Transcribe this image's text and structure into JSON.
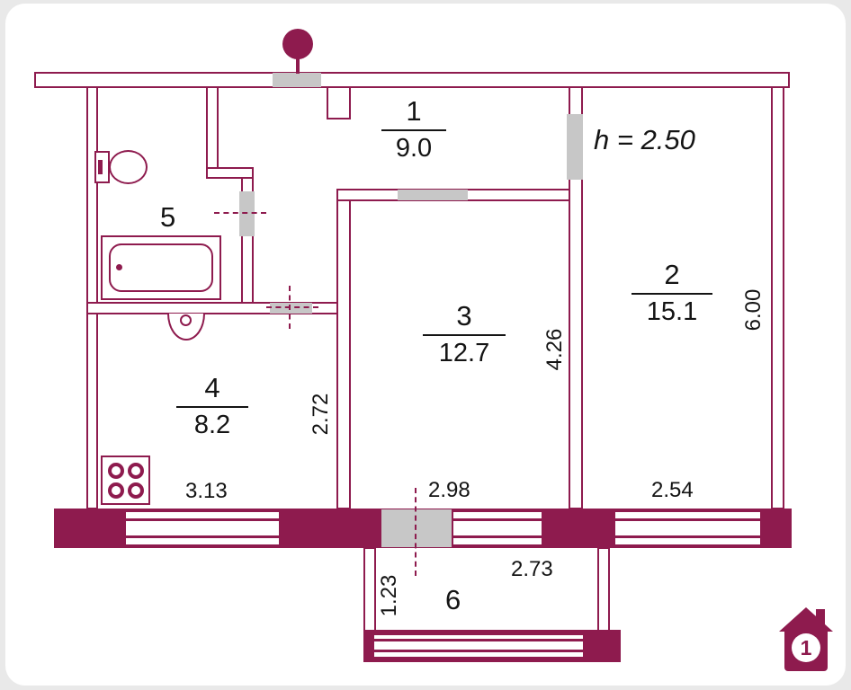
{
  "plan": {
    "height_note": "h = 2.50",
    "rooms": {
      "r1": {
        "number": "1",
        "area": "9.0"
      },
      "r2": {
        "number": "2",
        "area": "15.1"
      },
      "r3": {
        "number": "3",
        "area": "12.7"
      },
      "r4": {
        "number": "4",
        "area": "8.2"
      },
      "r5": {
        "number": "5"
      },
      "r6": {
        "number": "6"
      }
    },
    "dimensions": {
      "room4_width": "3.13",
      "room3_width": "2.98",
      "room2_width": "2.54",
      "balcony_width": "2.73",
      "hall_depth": "2.72",
      "room3_depth": "4.26",
      "room2_depth": "6.00",
      "balcony_depth": "1.23"
    },
    "badge_number": "1",
    "colors": {
      "wall": "#8e1b4e",
      "door_fill": "#c7c7c7",
      "text": "#141414",
      "canvas": "#ffffff",
      "page_background": "#e9e9e9"
    }
  }
}
